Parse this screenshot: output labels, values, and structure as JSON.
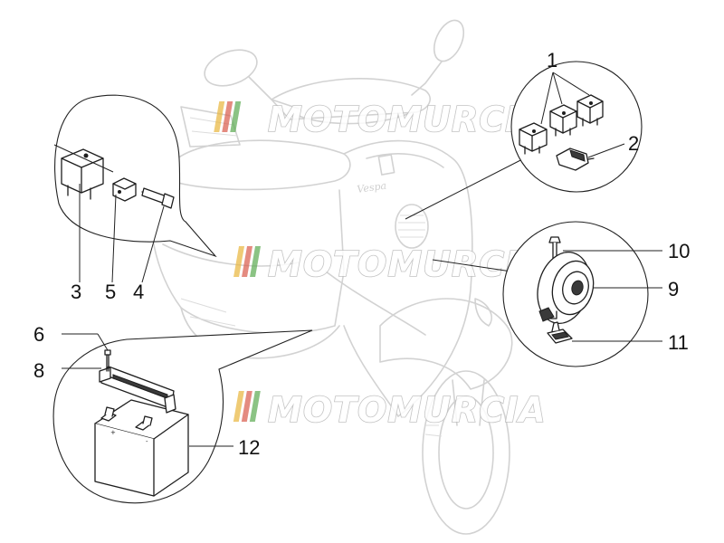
{
  "brand_badge": "Vespa",
  "watermark": {
    "text": "MOTOMURCIA",
    "stripe_colors": [
      "#e8b53a",
      "#d85a4a",
      "#5aaa50"
    ]
  },
  "part_numbers": [
    "1",
    "2",
    "3",
    "4",
    "5",
    "6",
    "8",
    "9",
    "10",
    "11",
    "12"
  ],
  "colors": {
    "outline": "#1e1e1e",
    "ghost": "#d2d2d2"
  }
}
